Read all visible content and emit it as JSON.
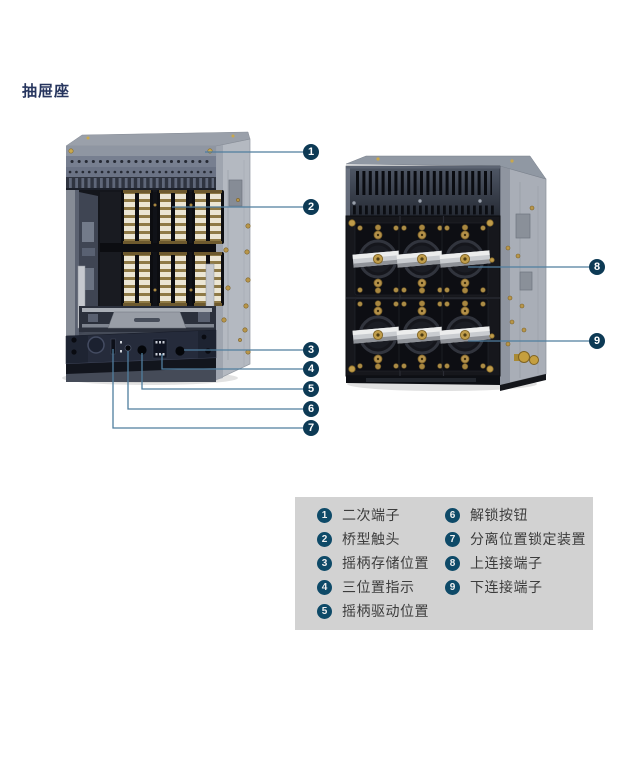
{
  "page": {
    "title": "抽屉座"
  },
  "colors": {
    "title_color": "#26355e",
    "accent_circle": "#0d3a55",
    "legend_circle": "#0e4a68",
    "callout_line": "#4f7e9e",
    "legend_background": "#d2d2d2",
    "legend_text": "#3c3c3c"
  },
  "figure": {
    "callouts": [
      {
        "number": "1"
      },
      {
        "number": "2"
      },
      {
        "number": "3"
      },
      {
        "number": "4"
      },
      {
        "number": "5"
      },
      {
        "number": "6"
      },
      {
        "number": "7"
      },
      {
        "number": "8"
      },
      {
        "number": "9"
      }
    ]
  },
  "legend": {
    "items": [
      {
        "number": "1",
        "label": "二次端子"
      },
      {
        "number": "2",
        "label": "桥型触头"
      },
      {
        "number": "3",
        "label": "摇柄存储位置"
      },
      {
        "number": "4",
        "label": "三位置指示"
      },
      {
        "number": "5",
        "label": "摇柄驱动位置"
      },
      {
        "number": "6",
        "label": "解锁按钮"
      },
      {
        "number": "7",
        "label": "分离位置锁定装置"
      },
      {
        "number": "8",
        "label": "上连接端子"
      },
      {
        "number": "9",
        "label": "下连接端子"
      }
    ]
  }
}
